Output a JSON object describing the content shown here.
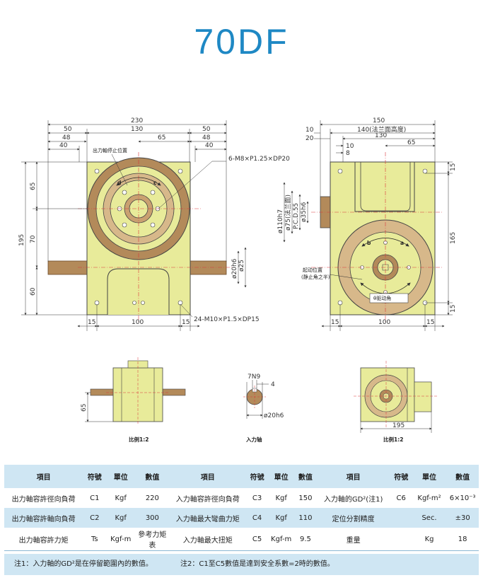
{
  "title": "70DF",
  "front_view": {
    "dims": {
      "overall_width": "230",
      "left_50": "50",
      "center_130": "130",
      "right_50": "50",
      "left_48": "48",
      "right_48": "48",
      "left_40": "40",
      "right_40": "40",
      "offset_65": "65",
      "height_195": "195",
      "h_65": "65",
      "h_70": "70",
      "h_60": "60",
      "bottom_15_left": "15",
      "bottom_100": "100",
      "bottom_15_right": "15",
      "shaft_20h6": "ø20h6",
      "shaft_25": "ø25"
    },
    "callout_top": "6-M8×P1.25×DP20",
    "callout_bottom": "24-M10×P1.5×DP15",
    "callout_stop": "出力軸停止位置",
    "label_d": "d",
    "label_c": "c"
  },
  "side_view": {
    "dims": {
      "overall_150": "150",
      "flange_140": "140(法兰面高度)",
      "center_130": "130",
      "d10": "10",
      "d20": "20",
      "d10b": "10",
      "d8": "8",
      "d65": "65",
      "d110h7": "ø110h7",
      "flange_note": "(法兰面)",
      "d75": "ø75(法兰面)",
      "pcd": "P.C.D.55",
      "d35h6": "ø35h6",
      "right_15_top": "15",
      "right_165": "165",
      "right_15_bottom": "15",
      "bottom_15_left": "15",
      "bottom_100": "100",
      "bottom_15_right": "15"
    },
    "label_b": "b",
    "label_a": "a",
    "start_pos": "起动位置",
    "start_pos_note": "(静止角之半)",
    "drive_angle": "θ驱动角"
  },
  "small_views": {
    "front_dim_65": "65",
    "front_caption": "比例1:2",
    "shaft_caption": "入力轴",
    "shaft_7n9": "7N9",
    "shaft_4": "4",
    "shaft_20h6": "ø20h6",
    "side_dim_195": "195",
    "side_caption": "比例1:2"
  },
  "table": {
    "headers": [
      "項目",
      "符號",
      "單位",
      "數值",
      "項目",
      "符號",
      "單位",
      "數值",
      "項目",
      "符號",
      "單位",
      "數值"
    ],
    "rows": [
      [
        "出力軸容許徑向負荷",
        "C1",
        "Kgf",
        "220",
        "入力軸容許徑向負荷",
        "C3",
        "Kgf",
        "150",
        "入力軸的GD²(注1)",
        "C6",
        "Kgf-m²",
        "6×10⁻³"
      ],
      [
        "出力軸容許軸向負荷",
        "C2",
        "Kgf",
        "300",
        "入力軸最大彎曲力矩",
        "C4",
        "Kgf",
        "110",
        "定位分割精度",
        "",
        "Sec.",
        "±30"
      ],
      [
        "出力軸容許力矩",
        "Ts",
        "Kgf-m",
        "參考力矩表",
        "入力軸最大扭矩",
        "C5",
        "Kgf-m",
        "9.5",
        "重量",
        "",
        "Kg",
        "18"
      ]
    ]
  },
  "notes": {
    "note1": "注1：入力軸的GD²是在停留範圍內的數值。",
    "note2": "注2：C1至C5數值是達到安全系數=2時的數值。"
  },
  "colors": {
    "title": "#1e88c4",
    "body_fill": "#e8eb9a",
    "bronze": "#b38a5a",
    "dim_line": "#333333",
    "center_line": "#d9383a",
    "table_band": "#cfe6f3"
  }
}
